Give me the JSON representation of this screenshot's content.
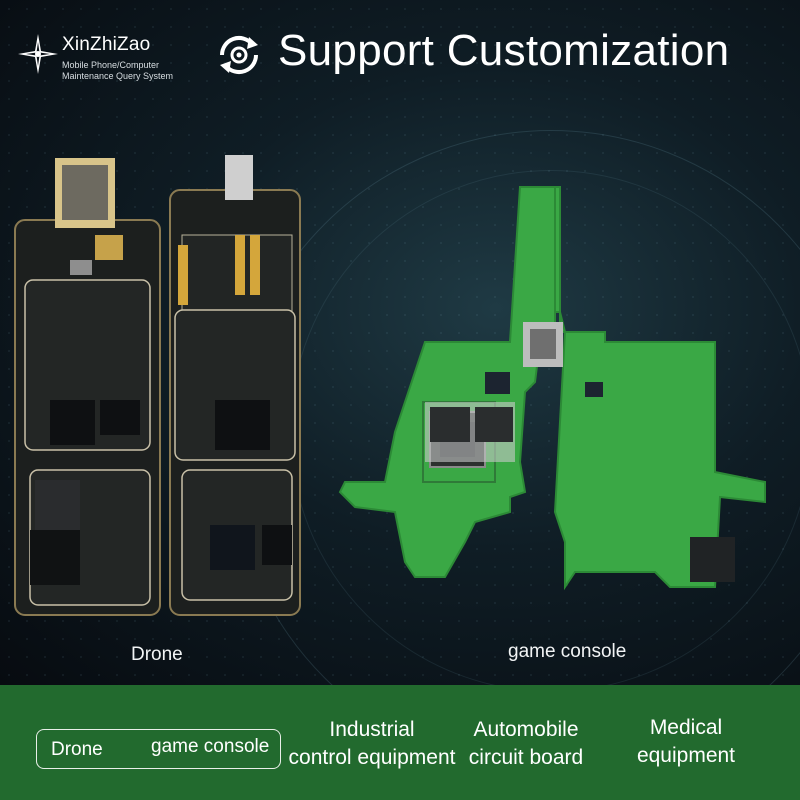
{
  "brand": {
    "name": "XinZhiZao",
    "subtitle_line1": "Mobile Phone/Computer",
    "subtitle_line2": "Maintenance Query System"
  },
  "headline": "Support Customization",
  "products": [
    {
      "id": "drone",
      "caption": "Drone",
      "board_color": "#1c1f1e"
    },
    {
      "id": "game-console",
      "caption": "game console",
      "board_color": "#3aa845"
    }
  ],
  "categories": {
    "selected": [
      "Drone",
      "game console"
    ],
    "others": [
      {
        "line1": "Industrial",
        "line2": "control equipment"
      },
      {
        "line1": "Automobile",
        "line2": "circuit board"
      },
      {
        "line1": "Medical",
        "line2": "equipment"
      }
    ]
  },
  "colors": {
    "band": "#226a2e",
    "background": "#0a1016",
    "text": "#ffffff"
  }
}
